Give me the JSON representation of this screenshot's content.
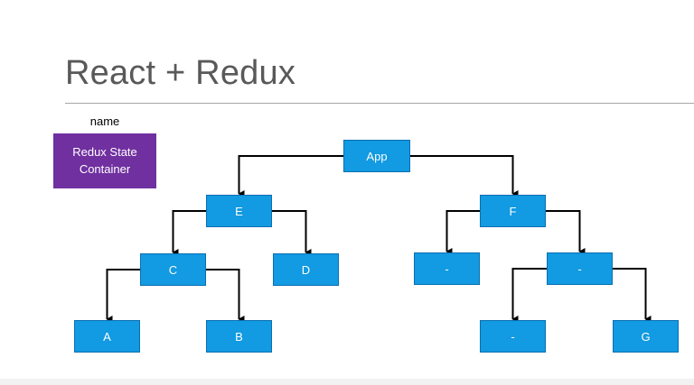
{
  "slide": {
    "title": "React + Redux"
  },
  "legend": {
    "label": "name",
    "box_text": "Redux State Container",
    "box_color": "#7030a0"
  },
  "colors": {
    "node_fill": "#129ae2",
    "node_text": "#ffffff",
    "connector": "#000000",
    "title_text": "#595959"
  },
  "tree": {
    "nodes": [
      {
        "id": "app",
        "label": "App"
      },
      {
        "id": "e",
        "label": "E"
      },
      {
        "id": "f",
        "label": "F"
      },
      {
        "id": "c",
        "label": "C"
      },
      {
        "id": "d",
        "label": "D"
      },
      {
        "id": "f_left",
        "label": "-"
      },
      {
        "id": "f_right",
        "label": "-"
      },
      {
        "id": "a",
        "label": "A"
      },
      {
        "id": "b",
        "label": "B"
      },
      {
        "id": "fr_left",
        "label": "-"
      },
      {
        "id": "g",
        "label": "G"
      }
    ],
    "edges": [
      {
        "from": "app",
        "to": "e"
      },
      {
        "from": "app",
        "to": "f"
      },
      {
        "from": "e",
        "to": "c"
      },
      {
        "from": "e",
        "to": "d"
      },
      {
        "from": "f",
        "to": "f_left"
      },
      {
        "from": "f",
        "to": "f_right"
      },
      {
        "from": "c",
        "to": "a"
      },
      {
        "from": "c",
        "to": "b"
      },
      {
        "from": "f_right",
        "to": "fr_left"
      },
      {
        "from": "f_right",
        "to": "g"
      }
    ]
  }
}
